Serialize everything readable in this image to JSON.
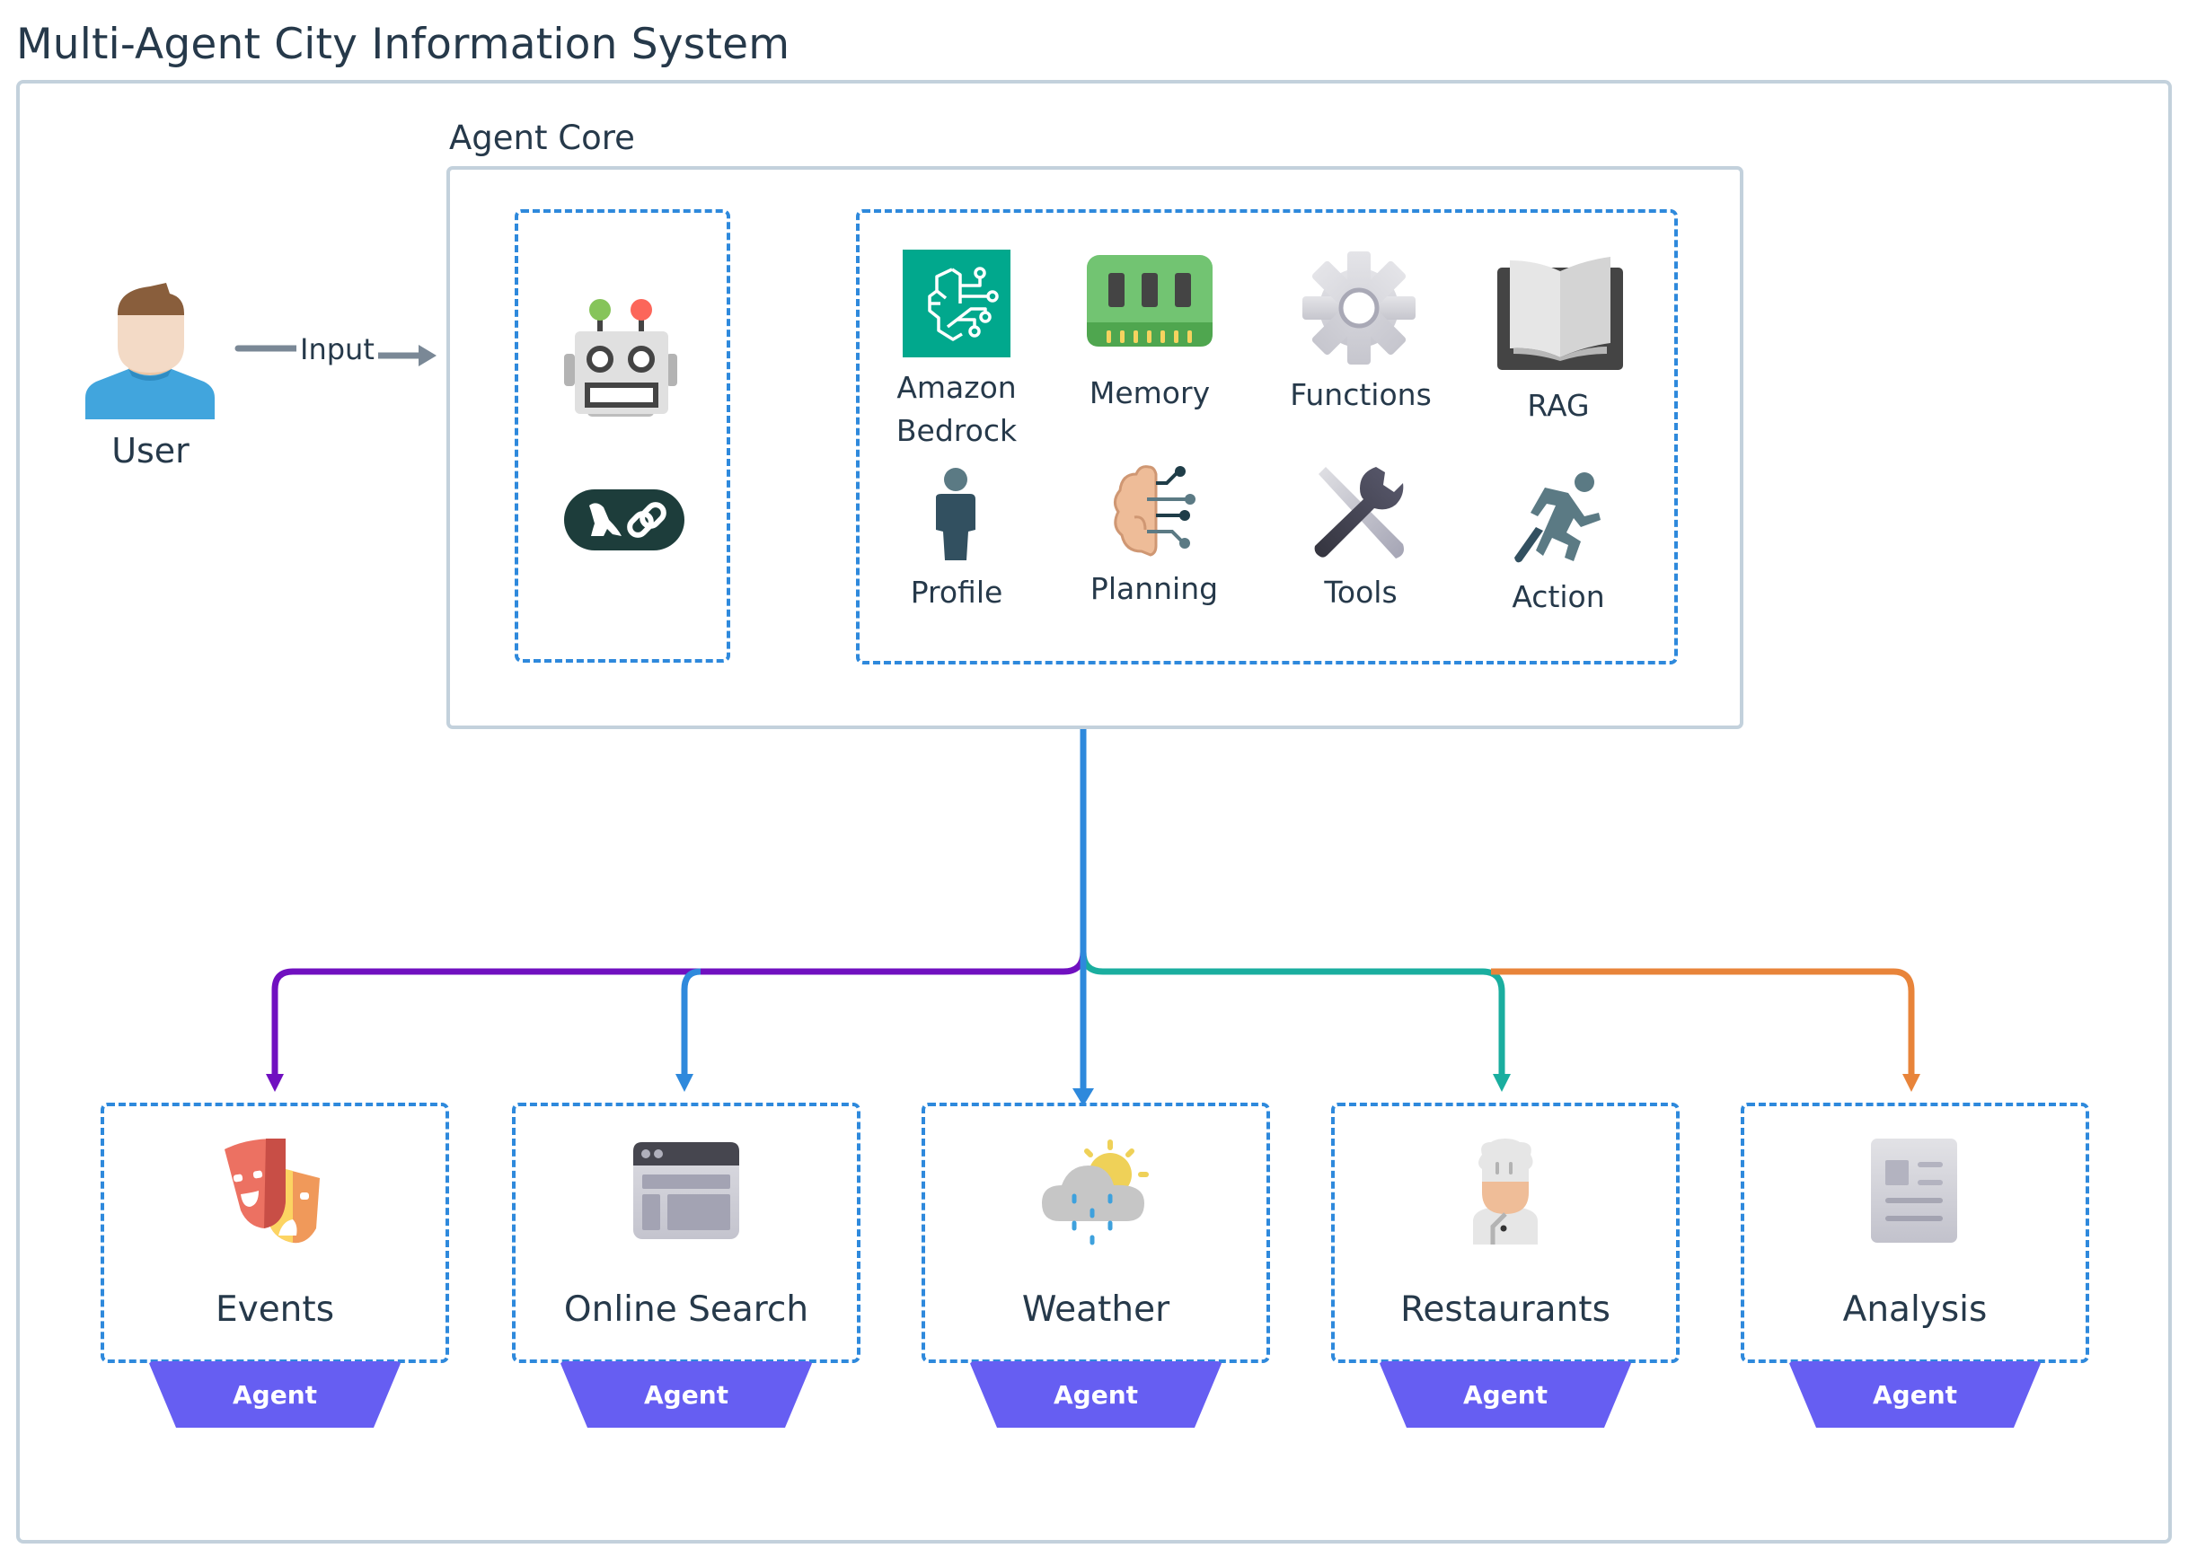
{
  "title": "Multi-Agent City Information System",
  "user": {
    "label": "User",
    "edge_label": "Input"
  },
  "agent_core": {
    "label": "Agent Core",
    "frameworks": [
      {
        "icon": "robot-icon"
      },
      {
        "icon": "langchain-icon"
      }
    ],
    "capabilities": [
      {
        "label_line1": "Amazon",
        "label_line2": "Bedrock",
        "icon": "amazon-bedrock-icon"
      },
      {
        "label": "Memory",
        "icon": "memory-chip-icon"
      },
      {
        "label": "Functions",
        "icon": "gear-icon"
      },
      {
        "label": "RAG",
        "icon": "book-icon"
      },
      {
        "label": "Profile",
        "icon": "person-icon"
      },
      {
        "label": "Planning",
        "icon": "brain-circuit-icon"
      },
      {
        "label": "Tools",
        "icon": "wrench-screwdriver-icon"
      },
      {
        "label": "Action",
        "icon": "running-person-icon"
      }
    ]
  },
  "agents": [
    {
      "label": "Events",
      "tag": "Agent",
      "icon": "theater-masks-icon",
      "edge_color": "#7010c0"
    },
    {
      "label": "Online Search",
      "tag": "Agent",
      "icon": "browser-window-icon",
      "edge_color": "#2e89dc"
    },
    {
      "label": "Weather",
      "tag": "Agent",
      "icon": "weather-cloud-sun-icon",
      "edge_color": "#2e89dc"
    },
    {
      "label": "Restaurants",
      "tag": "Agent",
      "icon": "chef-icon",
      "edge_color": "#1aae9f"
    },
    {
      "label": "Analysis",
      "tag": "Agent",
      "icon": "document-icon",
      "edge_color": "#e8843a"
    }
  ],
  "colors": {
    "dashed_border": "#2e89dc",
    "agent_tag": "#665ef2",
    "connector_gray": "#7a8896",
    "frame_border": "#c3d1dc",
    "text": "#26394a"
  }
}
